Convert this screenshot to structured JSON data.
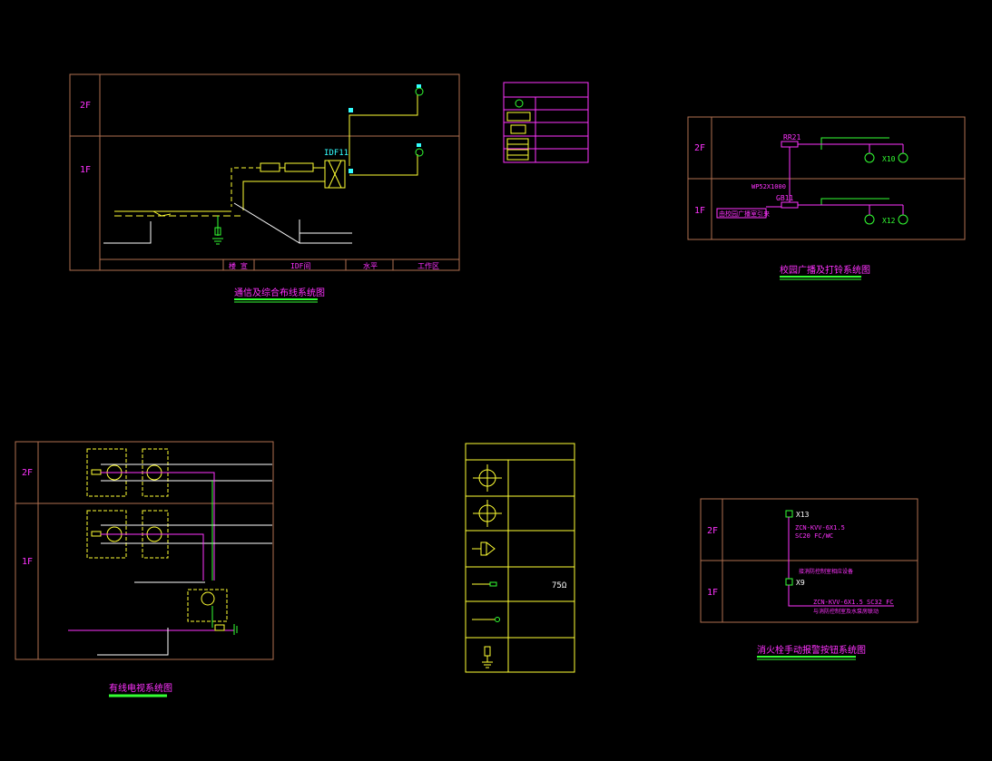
{
  "colors": {
    "background": "#000000",
    "frame": "#b07050",
    "magenta": "#ff33ff",
    "yellow": "#ffff33",
    "green": "#33ff33",
    "cyan": "#33ffff",
    "white": "#ffffff"
  },
  "comm": {
    "title": "通信及综合布线系统图",
    "floor_2": "2F",
    "floor_1": "1F",
    "idf_label": "IDF11",
    "footer": [
      "楼 宣",
      "IDF间",
      "水平",
      "工作区"
    ]
  },
  "legend_small": {
    "icons": [
      "telecom-outlet-icon",
      "patch-panel-icon",
      "hub-icon",
      "distribution-frame-icon"
    ]
  },
  "broadcast": {
    "title": "校园广播及打铃系统图",
    "floor_2": "2F",
    "floor_1": "1F",
    "box_upper": "RR21",
    "box_lower": "GB11",
    "cable": "WP52X1000",
    "source": "由校园广播室引来",
    "speakers_upper": "X10",
    "speakers_lower": "X12"
  },
  "catv": {
    "title": "有线电视系统图",
    "floor_2": "2F",
    "floor_1": "1F"
  },
  "legend_large": {
    "value_75": "75Ω",
    "icons": [
      "four-way-splitter-icon",
      "two-way-splitter-icon",
      "amplifier-icon",
      "terminator-icon",
      "tv-outlet-icon",
      "grounding-icon"
    ]
  },
  "fire": {
    "title": "消火栓手动报警按钮系统图",
    "floor_2": "2F",
    "floor_1": "1F",
    "label_x13": "X13",
    "label_x9": "X9",
    "cable_upper_1": "ZCN-KVV-6X1.5",
    "cable_upper_2": "SC20 FC/WC",
    "note_mid": "接消防控制室相应设备",
    "cable_lower_1": "ZCN-KVV-6X1.5 SC32 FC",
    "note_lower": "与消防控制室及水泵房联动"
  }
}
